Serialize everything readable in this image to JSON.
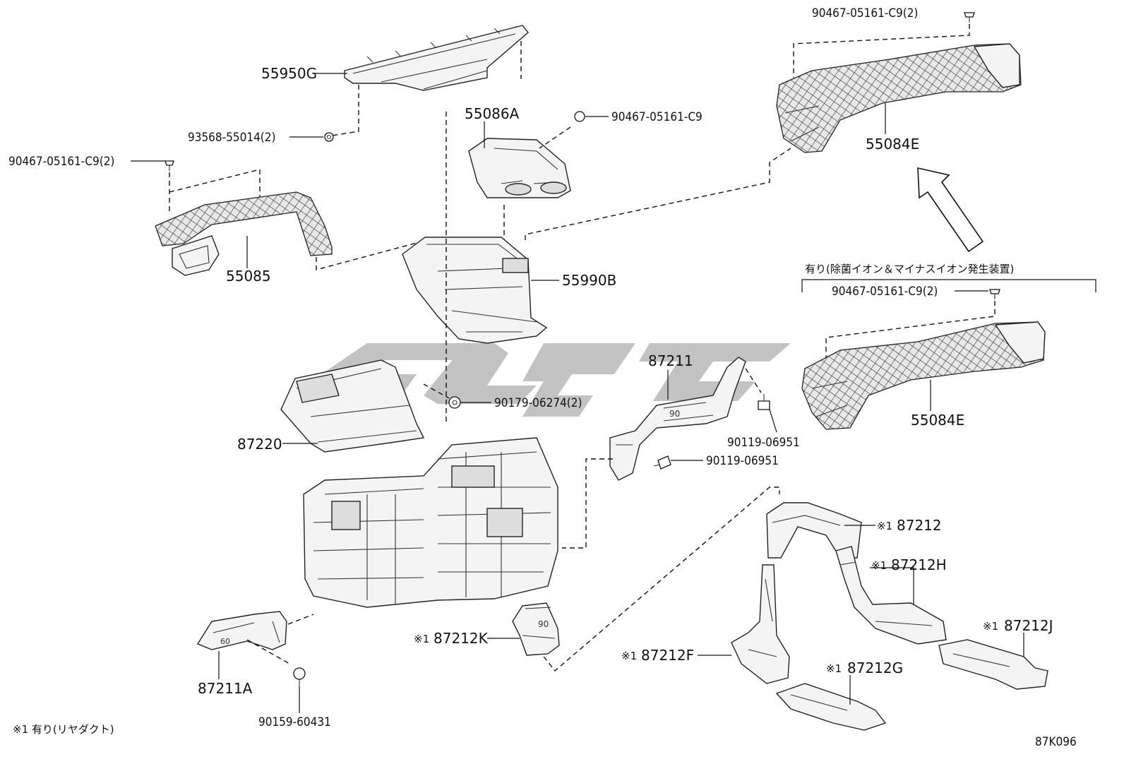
{
  "parts": {
    "p55950G": "55950G",
    "p93568": "93568-55014(2)",
    "p90467_a": "90467-05161-C9(2)",
    "p55085": "55085",
    "p55086A": "55086A",
    "p90467_b": "90467-05161-C9",
    "p55990B": "55990B",
    "p87220": "87220",
    "p90179": "90179-06274(2)",
    "p87211": "87211",
    "p90119_a": "90119-06951",
    "p90119_b": "90119-06951",
    "p87211A": "87211A",
    "p90159": "90159-60431",
    "p87212K": "87212K",
    "p90467_c": "90467-05161-C9(2)",
    "p55084E_a": "55084E",
    "p90467_d": "90467-05161-C9(2)",
    "p55084E_b": "55084E",
    "p87212": "87212",
    "p87212H": "87212H",
    "p87212J": "87212J",
    "p87212F": "87212F",
    "p87212G": "87212G"
  },
  "marks": {
    "m87212K": "※1",
    "m87212": "※1",
    "m87212H": "※1",
    "m87212J": "※1",
    "m87212F": "※1",
    "m87212G": "※1"
  },
  "notes": {
    "option_header": "有り(除菌イオン＆マイナスイオン発生装置)",
    "footnote": "※1 有り(リヤダクト)",
    "diagram_code": "87K096"
  }
}
